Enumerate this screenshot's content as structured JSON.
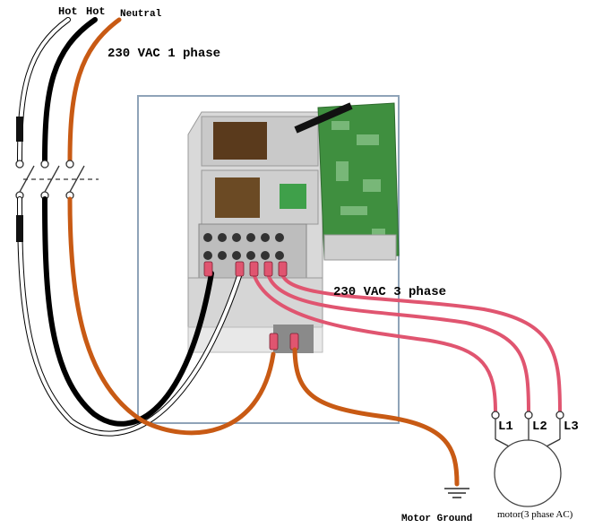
{
  "labels": {
    "hot1": "Hot",
    "hot2": "Hot",
    "neutral": "Neutral",
    "input_supply": "230 VAC 1 phase",
    "output_supply": "230 VAC 3 phase",
    "terminal_l1": "L1",
    "terminal_l2": "L2",
    "terminal_l3": "L3",
    "motor_ground": "Motor Ground",
    "motor": "motor(3 phase AC)"
  },
  "colors": {
    "hot1_wire": "#ffffff",
    "hot2_wire": "#000000",
    "neutral_wire": "#c85a14",
    "ground_wire": "#c85a14",
    "motor_leads": "#e05570",
    "drive_frame": "#8fa3b8",
    "pcb": "#3f8f3f"
  }
}
